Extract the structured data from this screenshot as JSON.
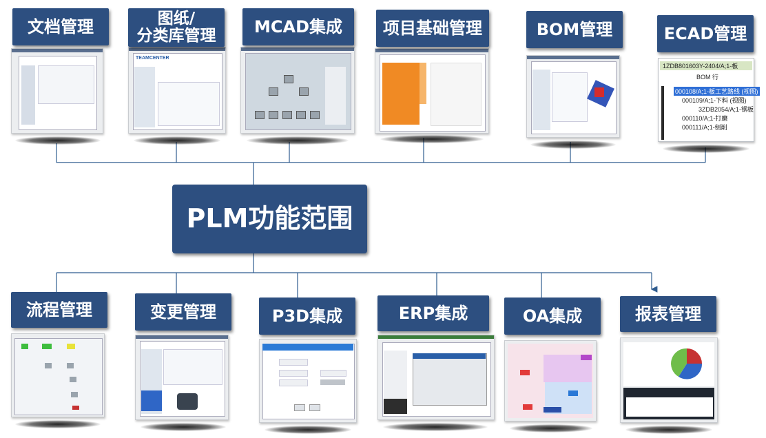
{
  "center_label": "PLM功能范围",
  "top_modules": [
    {
      "label": "文档管理"
    },
    {
      "label": "图纸/\n分类库管理"
    },
    {
      "label": "MCAD集成"
    },
    {
      "label": "项目基础管理"
    },
    {
      "label": "BOM管理"
    },
    {
      "label": "ECAD管理"
    }
  ],
  "bottom_modules": [
    {
      "label": "流程管理"
    },
    {
      "label": "变更管理"
    },
    {
      "label": "P3D集成"
    },
    {
      "label": "ERP集成"
    },
    {
      "label": "OA集成"
    },
    {
      "label": "报表管理"
    }
  ],
  "bom_tree": {
    "title": "1ZDB801603Y-2404/A;1-板",
    "header": "BOM 行",
    "rows": [
      "000108/A;1-板工艺路线 (视图)",
      "000109/A;1-下料 (视图)",
      "3ZDB2054/A;1-钢板",
      "000110/A;1-打磨",
      "000111/A;1-刨削"
    ]
  },
  "mcad_brand": "TEAMCENTER",
  "colors": {
    "label_bg": "#2d4f80",
    "line": "#2f5c8f",
    "bom_highlight": "#2f6fd6"
  }
}
